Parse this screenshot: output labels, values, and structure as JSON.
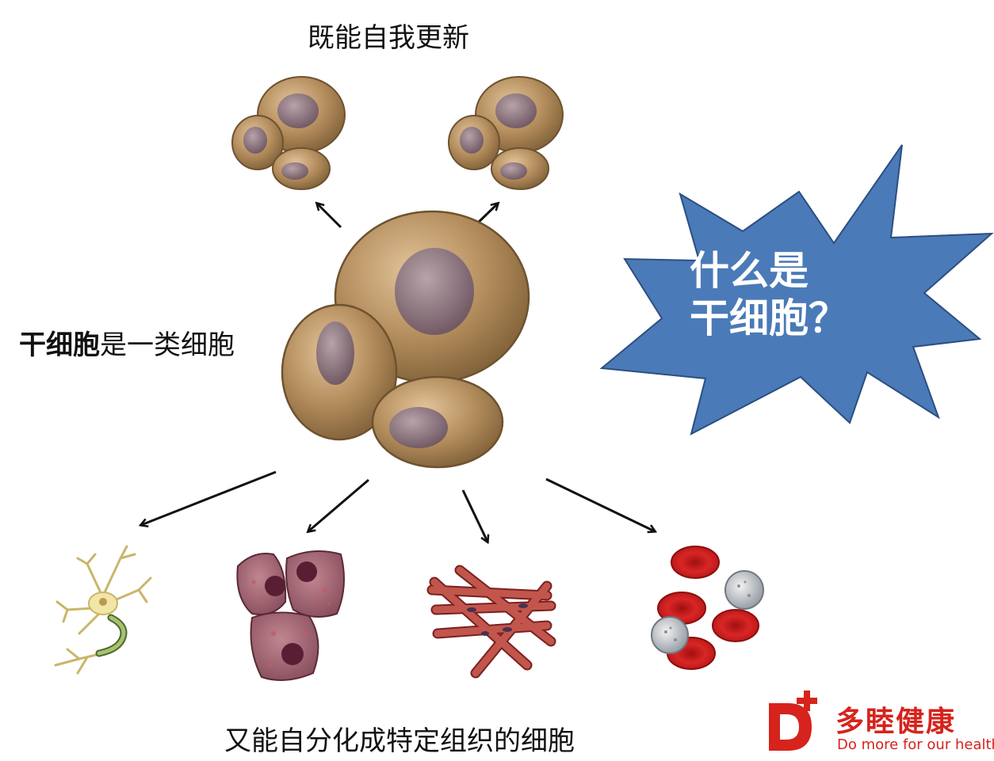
{
  "captions": {
    "top": "既能自我更新",
    "left_bold": "干细胞",
    "left_rest": "是一类细胞",
    "bottom": "又能自分化成特定组织的细胞"
  },
  "burst": {
    "line1": "什么是",
    "line2": "干细胞？",
    "fill": "#4a7ab8"
  },
  "logo": {
    "letter": "D",
    "name": "多睦健康",
    "slogan": "Do more for our health",
    "color": "#d6231c"
  },
  "colors": {
    "stem_cell": "#b08a5a",
    "nucleus": "#8a7078",
    "red_blood_cell": "#c81e1e",
    "muscle": "#a8403c",
    "liver_cell": "#9a5a6a",
    "neuron": "#e8d890"
  }
}
